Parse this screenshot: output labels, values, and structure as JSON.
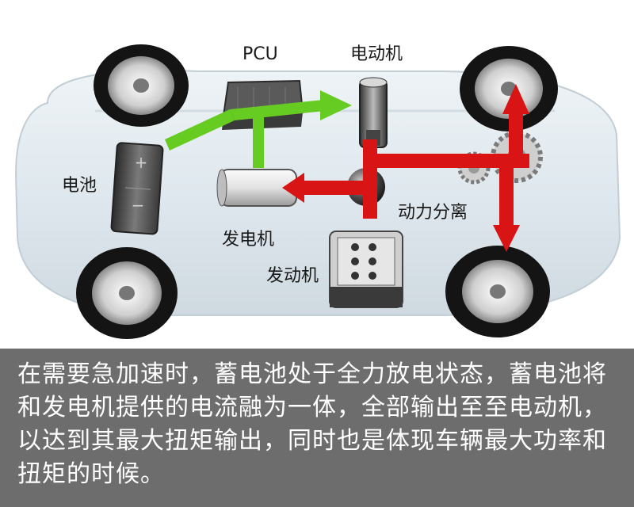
{
  "labels": {
    "pcu": "PCU",
    "motor": "电动机",
    "battery": "电池",
    "generator": "发电机",
    "engine": "发动机",
    "power_split": "动力分离",
    "battery_plus": "+",
    "battery_minus": "−"
  },
  "caption": "在需要急加速时，蓄电池处于全力放电状态，蓄电池将和发电机提供的电流融为一体，全部输出至至电动机，以达到其最大扭矩输出，同时也是体现车辆最大功率和扭矩的时候。",
  "colors": {
    "electric_flow": "#66cc22",
    "mechanical_flow": "#d81414",
    "caption_bg": "#6d6d6d",
    "caption_text": "#ffffff",
    "car_body": "#dfe8ee"
  }
}
